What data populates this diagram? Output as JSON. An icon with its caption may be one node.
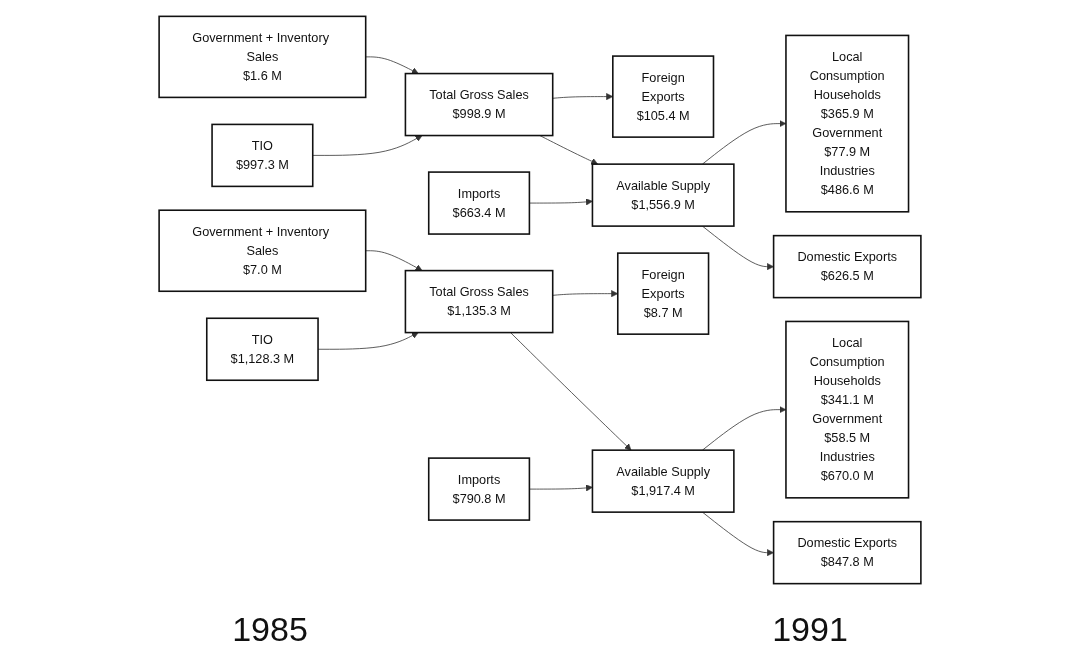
{
  "diagram": {
    "nodes": [
      {
        "text": [
          "Government + Inventory Sales",
          "$1.6 M"
        ]
      },
      {
        "text": [
          "TIO",
          "$997.3 M"
        ]
      },
      {
        "text": [
          "Total Gross Sales",
          "$998.9 M"
        ]
      },
      {
        "text": [
          "Foreign",
          "Exports",
          "$105.4 M"
        ]
      },
      {
        "text": [
          "Imports",
          "$663.4 M"
        ]
      },
      {
        "text": [
          "Available Supply",
          "$1,556.9 M"
        ]
      },
      {
        "text": [
          "Local",
          "Consumption",
          "Households",
          "$365.9 M",
          "Government",
          "$77.9 M",
          "Industries",
          "$486.6 M"
        ]
      },
      {
        "text": [
          "Domestic Exports",
          "$626.5 M"
        ]
      },
      {
        "text": [
          "Government + Inventory Sales",
          "$7.0 M"
        ]
      },
      {
        "text": [
          "TIO",
          "$1,128.3 M"
        ]
      },
      {
        "text": [
          "Total Gross Sales",
          "$1,135.3 M"
        ]
      },
      {
        "text": [
          "Foreign",
          "Exports",
          "$8.7 M"
        ]
      },
      {
        "text": [
          "Imports",
          "$790.8 M"
        ]
      },
      {
        "text": [
          "Available Supply",
          "$1,917.4 M"
        ]
      },
      {
        "text": [
          "Local",
          "Consumption",
          "Households",
          "$341.1 M",
          "Government",
          "$58.5 M",
          "Industries",
          "$670.0 M"
        ]
      },
      {
        "text": [
          "Domestic Exports",
          "$847.8 M"
        ]
      }
    ],
    "edges": [
      {
        "from": 0,
        "to": 2,
        "arrow": "to"
      },
      {
        "from": 1,
        "to": 2,
        "arrow": "to"
      },
      {
        "from": 2,
        "to": 3,
        "arrow": "to"
      },
      {
        "from": 2,
        "to": 5,
        "arrow": "to"
      },
      {
        "from": 4,
        "to": 5,
        "arrow": "to"
      },
      {
        "from": 5,
        "to": 6,
        "arrow": "to"
      },
      {
        "from": 5,
        "to": 7,
        "arrow": "to"
      },
      {
        "from": 8,
        "to": 10,
        "arrow": "to"
      },
      {
        "from": 9,
        "to": 10,
        "arrow": "to"
      },
      {
        "from": 10,
        "to": 11,
        "arrow": "to"
      },
      {
        "from": 10,
        "to": 13,
        "arrow": "to"
      },
      {
        "from": 12,
        "to": 13,
        "arrow": "to"
      },
      {
        "from": 13,
        "to": 14,
        "arrow": "to"
      },
      {
        "from": 13,
        "to": 15,
        "arrow": "to"
      }
    ],
    "labels": [
      "1985",
      "1991"
    ]
  }
}
